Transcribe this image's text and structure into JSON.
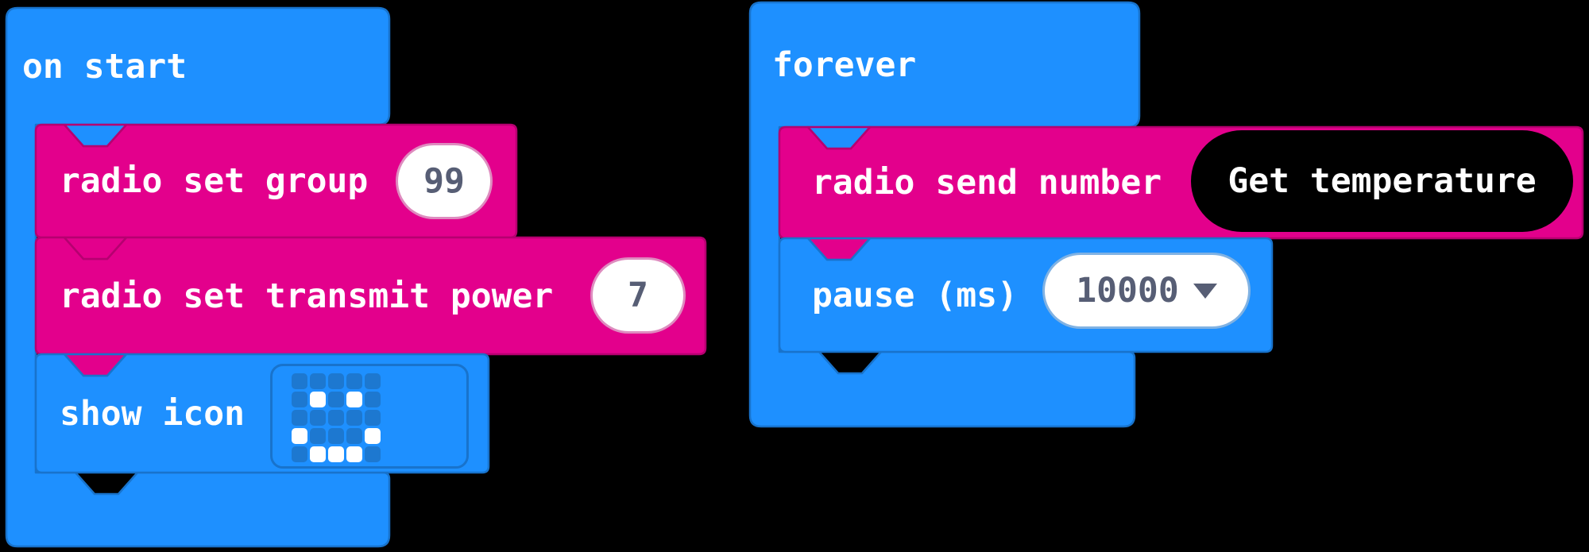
{
  "workspace": {
    "background_color": "#000000"
  },
  "colors": {
    "basic_blue": "#1E90FF",
    "basic_blue_border": "#1873CC",
    "radio_magenta": "#E3008C",
    "radio_magenta_border": "#B60070",
    "field_text": "#575E75",
    "black_value_pill": "#000000",
    "led_unlit": "#1D78D0",
    "led_lit": "#FFFFFF",
    "field_background": "#FFFFFF"
  },
  "stacks": [
    {
      "hat_label": "on start",
      "blocks": [
        {
          "label": "radio set group",
          "value": "99"
        },
        {
          "label": "radio set transmit power",
          "value": "7"
        },
        {
          "label": "show icon"
        }
      ]
    },
    {
      "hat_label": "forever",
      "blocks": [
        {
          "label": "radio send number",
          "value": "Get temperature"
        },
        {
          "label": "pause (ms)",
          "value": "10000"
        }
      ]
    }
  ],
  "led": {
    "pattern": [
      "00000",
      "01010",
      "00000",
      "10001",
      "01110"
    ]
  }
}
